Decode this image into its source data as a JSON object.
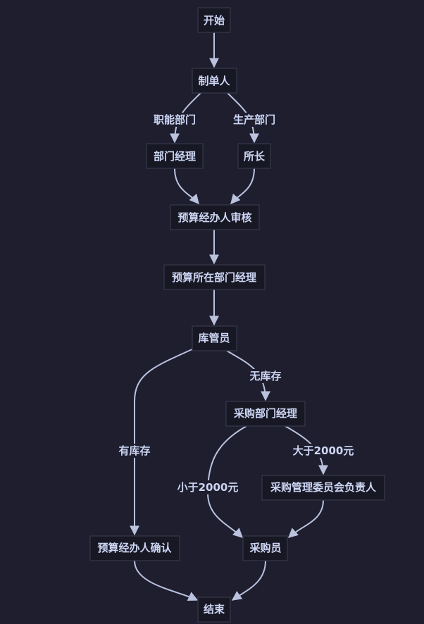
{
  "diagram": {
    "type": "flowchart",
    "colors": {
      "background": "#1e1e2e",
      "node_fill": "#181825",
      "node_border": "#313244",
      "text": "#cdd6f4",
      "edge": "#bac2de"
    },
    "nodes": {
      "start": "开始",
      "maker": "制单人",
      "dept_manager": "部门经理",
      "director": "所长",
      "budget_review": "预算经办人审核",
      "budget_dept_manager": "预算所在部门经理",
      "warehouse": "库管员",
      "purchase_dept_manager": "采购部门经理",
      "committee_head": "采购管理委员会负责人",
      "budget_confirm": "预算经办人确认",
      "purchaser": "采购员",
      "end": "结束"
    },
    "edge_labels": {
      "functional_dept": "职能部门",
      "production_dept": "生产部门",
      "no_stock": "无库存",
      "in_stock": "有库存",
      "over_2000": "大于2000元",
      "under_2000": "小于2000元"
    }
  }
}
